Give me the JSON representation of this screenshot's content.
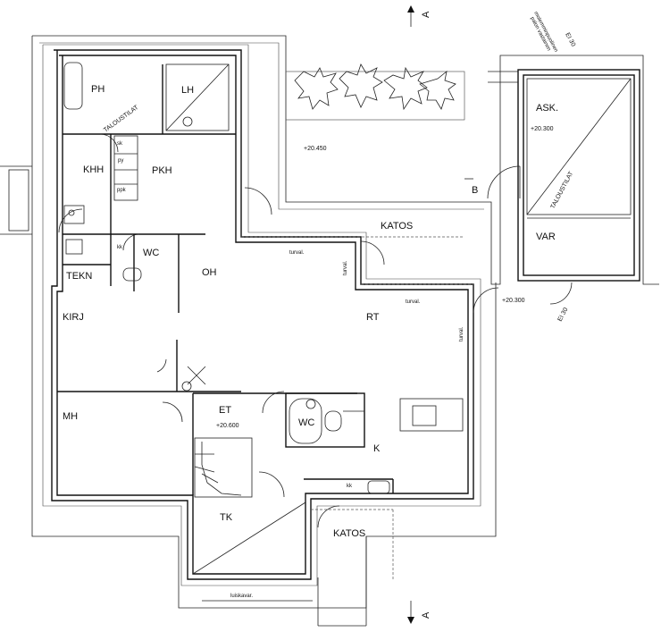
{
  "rooms": {
    "ph": "PH",
    "lh": "LH",
    "khh": "KHH",
    "pkh": "PKH",
    "wc_upper": "WC",
    "tekn": "TEKN",
    "oh": "OH",
    "kirj": "KIRJ",
    "rt": "RT",
    "mh": "MH",
    "et": "ET",
    "wc_lower": "WC",
    "k": "K",
    "tk": "TK",
    "ask": "ASK.",
    "var": "VAR"
  },
  "labels": {
    "taloustilat_main": "TALOUSTILAT",
    "taloustilat_annex": "TALOUSTILAT",
    "katos_top": "KATOS",
    "katos_bottom": "KATOS",
    "turval_1": "turval.",
    "turval_2": "turval.",
    "turval_3": "turval.",
    "turval_4": "turval.",
    "luiskavar": "luiskavar.",
    "fire_note_1": "molemminpuolinen",
    "fire_note_2": "palon vastainen",
    "ei30_top": "EI 30",
    "ei30_bottom": "EI 30",
    "section_a_top": "A",
    "section_a_bottom": "A",
    "section_b": "B",
    "sk": "sk",
    "py": "py",
    "ppk": "ppk",
    "kk1": "kk",
    "kk2": "kk"
  },
  "levels": {
    "yard": "+20.450",
    "annex": "+20.300",
    "porch": "+20.300",
    "entry": "+20.600"
  }
}
